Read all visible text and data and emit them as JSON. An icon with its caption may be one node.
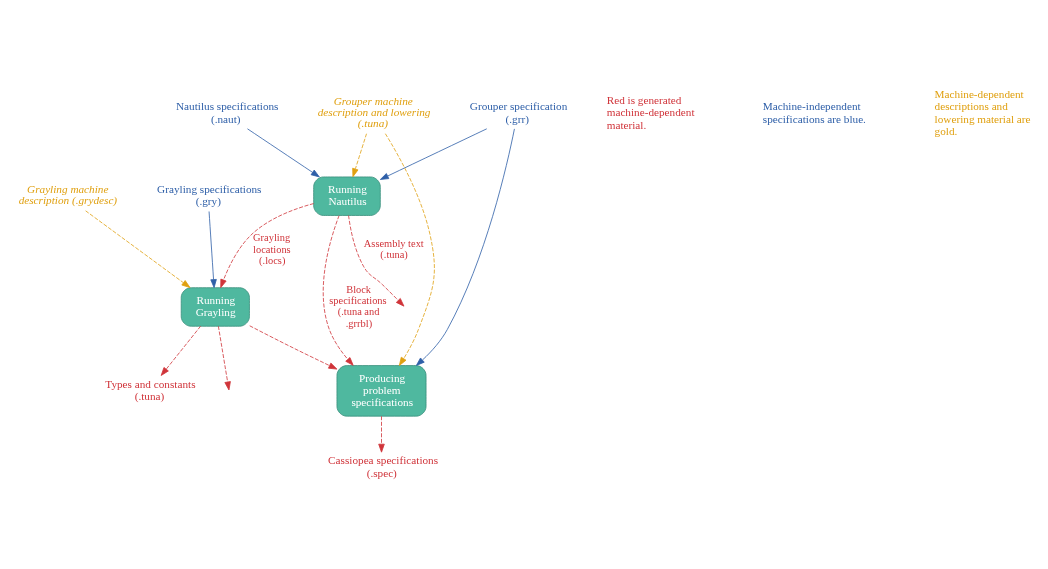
{
  "diagram": {
    "nodes": [
      {
        "text": [
          "Running Nautilus"
        ]
      },
      {
        "text": [
          "Running Grayling"
        ]
      },
      {
        "text": [
          "Producing problem specifications"
        ]
      },
      {
        "text": [
          "Nautilus specifications (.naut)"
        ]
      },
      {
        "text": [
          "Grouper specification (.grr)"
        ]
      },
      {
        "text": [
          "Grouper machine description and lowering (.tuna)"
        ]
      },
      {
        "text": [
          "Grayling specifications (.gry)"
        ]
      },
      {
        "text": [
          "Grayling machine description (.grydesc)"
        ]
      },
      {
        "text": [
          "Cassiopea specifications (.spec)"
        ]
      },
      {
        "text": [
          "Types and constants (.tuna)"
        ]
      }
    ],
    "edges": [
      {
        "from": 3,
        "to": 0,
        "arrow": "to",
        "color": "#2e5fa8"
      },
      {
        "from": 4,
        "to": 0,
        "arrow": "to",
        "color": "#2e5fa8"
      },
      {
        "from": 5,
        "to": 0,
        "arrow": "to",
        "style": "dashed",
        "color": "#e0a010"
      },
      {
        "from": 0,
        "to": 1,
        "arrow": "to",
        "style": "dashed",
        "label": "Grayling locations (.locs)"
      },
      {
        "from": 0,
        "to": null,
        "arrow": "to",
        "style": "dashed",
        "label": "Assembly text (.tuna)"
      },
      {
        "from": 1,
        "to": null,
        "arrow": "to",
        "style": "dashed"
      },
      {
        "from": 0,
        "to": 2,
        "arrow": "to",
        "style": "dashed",
        "label": "Block specifications (.tuna and .grrbl)"
      },
      {
        "from": 1,
        "to": 2,
        "arrow": "to",
        "style": "dashed"
      },
      {
        "from": 6,
        "to": 1,
        "arrow": "to",
        "color": "#2e5fa8"
      },
      {
        "from": 7,
        "to": 1,
        "arrow": "to",
        "style": "dashed",
        "color": "#e0a010"
      },
      {
        "from": 4,
        "to": 2,
        "arrow": "to",
        "color": "#2e5fa8"
      },
      {
        "from": 5,
        "to": 2,
        "arrow": "to",
        "style": "dashed",
        "color": "#e0a010"
      },
      {
        "from": 1,
        "to": 9,
        "arrow": "to",
        "style": "dashed"
      },
      {
        "from": 2,
        "to": 8,
        "arrow": "to",
        "style": "dashed"
      }
    ],
    "legend": [
      {
        "text": "Red is generated machine-dependent material.",
        "color": "#d0343a"
      },
      {
        "text": "Machine-independent specifications are blue.",
        "color": "#2e5fa8"
      },
      {
        "text": "Machine-dependent descriptions and lowering material are gold.",
        "color": "#e0a010"
      }
    ]
  }
}
